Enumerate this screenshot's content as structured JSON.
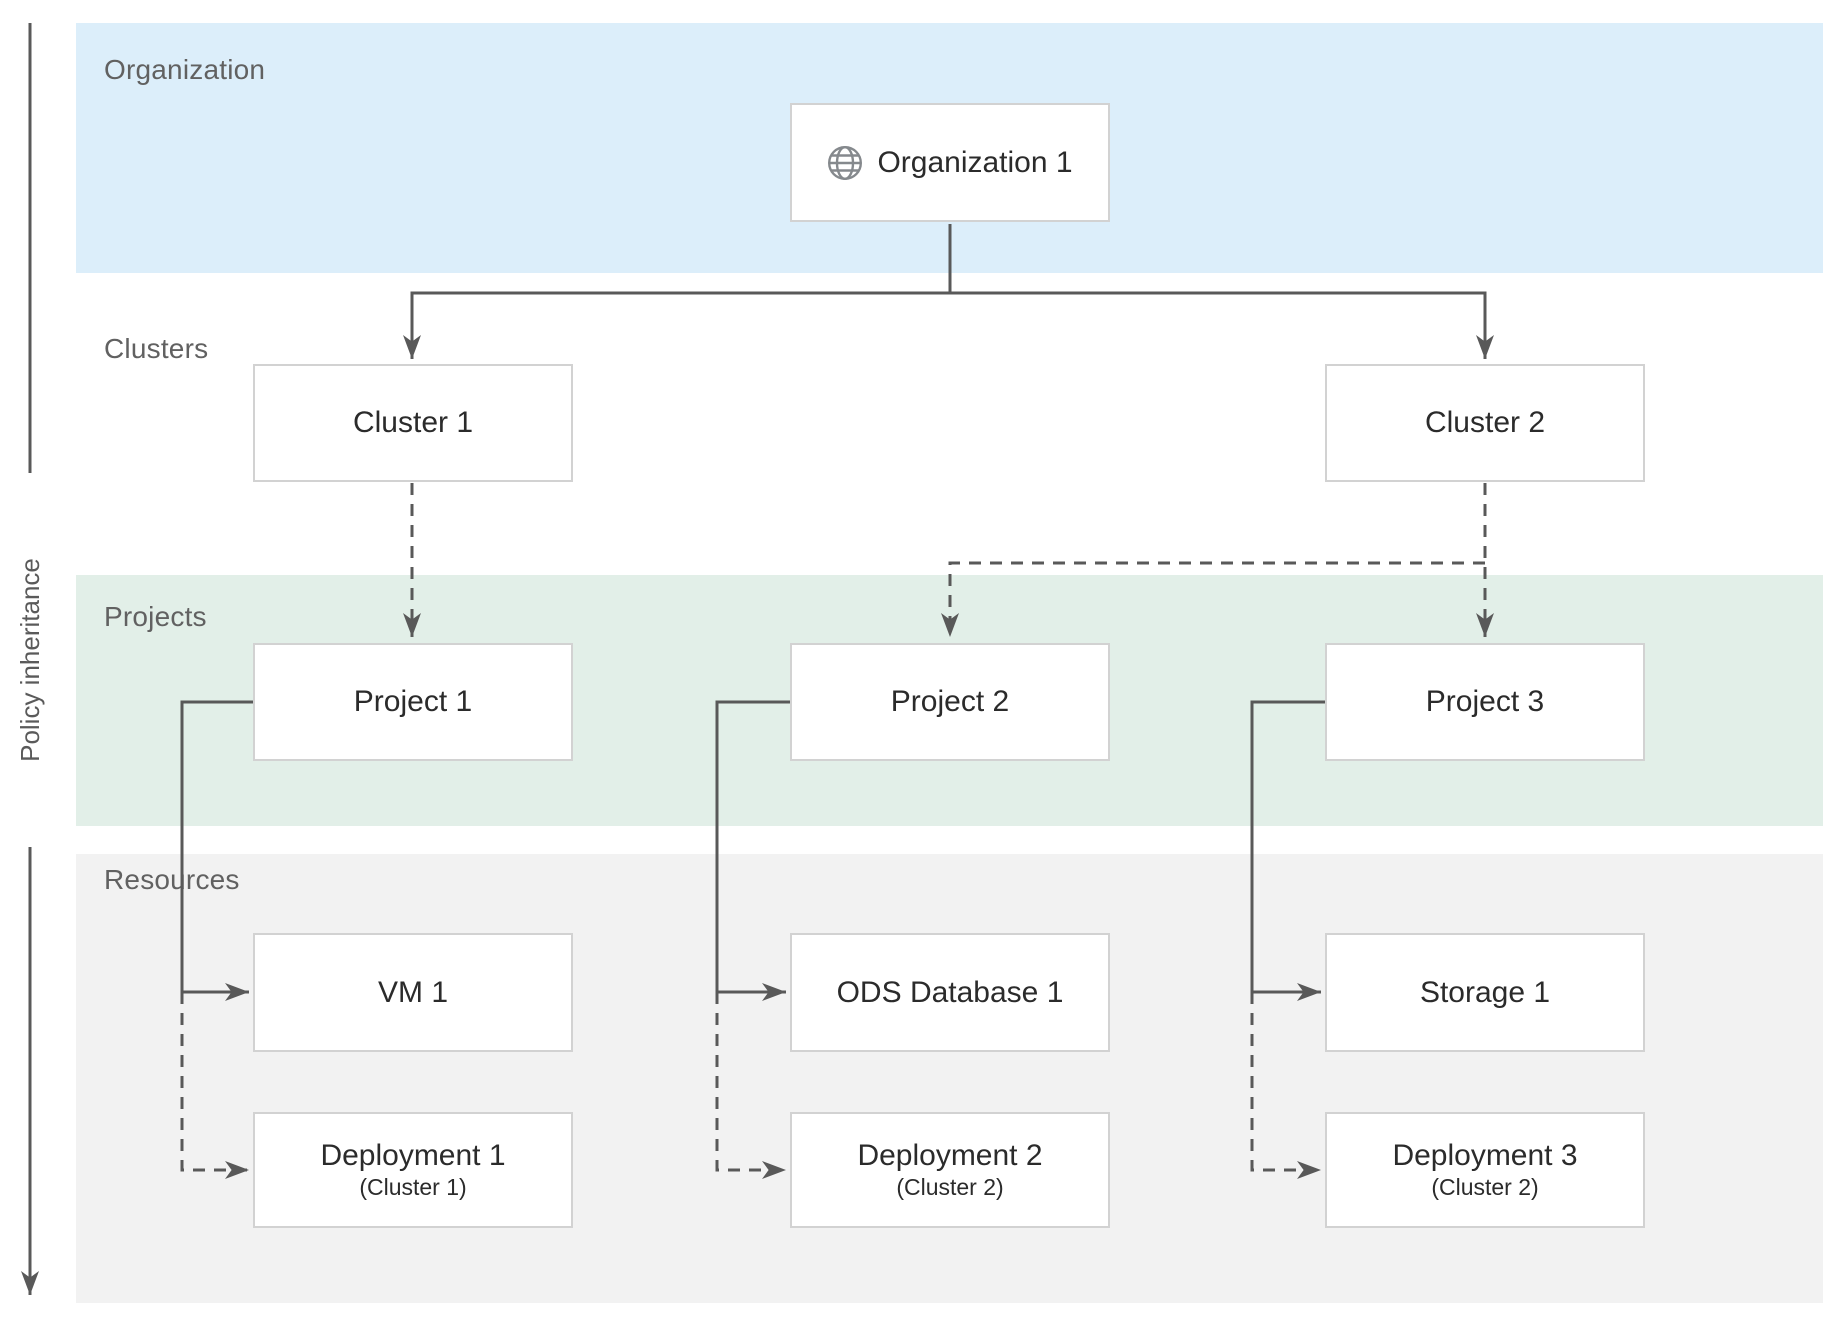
{
  "title": "Organization / Clusters / Projects / Resources policy hierarchy diagram",
  "policy_axis": {
    "label": "Policy inheritance"
  },
  "bands": [
    {
      "id": "organization",
      "label": "Organization",
      "color": "#dceefa"
    },
    {
      "id": "clusters",
      "label": "Clusters",
      "color": "#ffffff"
    },
    {
      "id": "projects",
      "label": "Projects",
      "color": "#e2efe8"
    },
    {
      "id": "resources",
      "label": "Resources",
      "color": "#f2f2f2"
    }
  ],
  "nodes": {
    "organization1": {
      "label": "Organization 1",
      "icon": "globe-icon",
      "band": "organization"
    },
    "cluster1": {
      "label": "Cluster 1",
      "band": "clusters"
    },
    "cluster2": {
      "label": "Cluster 2",
      "band": "clusters"
    },
    "project1": {
      "label": "Project 1",
      "band": "projects"
    },
    "project2": {
      "label": "Project 2",
      "band": "projects"
    },
    "project3": {
      "label": "Project 3",
      "band": "projects"
    },
    "vm1": {
      "label": "VM 1",
      "band": "resources"
    },
    "ods_database1": {
      "label": "ODS Database 1",
      "band": "resources"
    },
    "storage1": {
      "label": "Storage 1",
      "band": "resources"
    },
    "deployment1": {
      "label": "Deployment 1",
      "sublabel": "(Cluster 1)",
      "band": "resources"
    },
    "deployment2": {
      "label": "Deployment 2",
      "sublabel": "(Cluster 2)",
      "band": "resources"
    },
    "deployment3": {
      "label": "Deployment 3",
      "sublabel": "(Cluster 2)",
      "band": "resources"
    }
  },
  "edges": [
    {
      "from": "organization1",
      "to": "cluster1",
      "style": "solid"
    },
    {
      "from": "organization1",
      "to": "cluster2",
      "style": "solid"
    },
    {
      "from": "cluster1",
      "to": "project1",
      "style": "dashed"
    },
    {
      "from": "cluster2",
      "to": "project2",
      "style": "dashed"
    },
    {
      "from": "cluster2",
      "to": "project3",
      "style": "dashed"
    },
    {
      "from": "project1",
      "to": "vm1",
      "style": "solid"
    },
    {
      "from": "project1",
      "to": "deployment1",
      "style": "dashed"
    },
    {
      "from": "project2",
      "to": "ods_database1",
      "style": "solid"
    },
    {
      "from": "project2",
      "to": "deployment2",
      "style": "dashed"
    },
    {
      "from": "project3",
      "to": "storage1",
      "style": "solid"
    },
    {
      "from": "project3",
      "to": "deployment3",
      "style": "dashed"
    }
  ],
  "colors": {
    "organization_band": "#dceefa",
    "projects_band": "#e2efe8",
    "resources_band": "#f2f2f2",
    "connector_line": "#595959",
    "box_border": "#d2d2d2",
    "box_text": "#2b2b2b",
    "band_label_text": "#616161"
  }
}
